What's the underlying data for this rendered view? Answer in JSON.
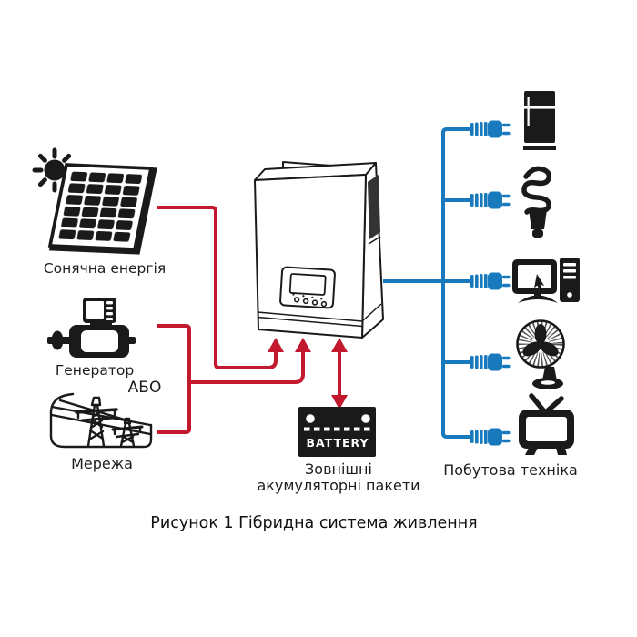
{
  "diagram": {
    "caption": "Рисунок 1 Гібридна система живлення",
    "colors": {
      "source-line-red": "#c2192e",
      "load-line-blue": "#1879bd",
      "ink": "#1a1a1a"
    },
    "sources": {
      "solar": {
        "label": "Сонячна енергія",
        "icon": "sun-icon + solar-panel-icon"
      },
      "generator": {
        "label": "Генератор",
        "icon": "generator-icon"
      },
      "or_label": "АБО",
      "grid": {
        "label": "Мережа",
        "icon": "power-grid-icon"
      }
    },
    "inverter": {
      "icon": "hybrid-inverter-icon"
    },
    "battery": {
      "device_text": "BATTERY",
      "caption_lines": [
        "Зовнішні",
        "акумуляторні пакети"
      ],
      "icon": "battery-icon"
    },
    "loads": {
      "caption": "Побутова техніка",
      "items": [
        "refrigerator-icon",
        "cfl-bulb-icon",
        "computer-icon",
        "fan-icon",
        "tv-icon"
      ],
      "plug_icon": "power-plug-icon"
    }
  }
}
